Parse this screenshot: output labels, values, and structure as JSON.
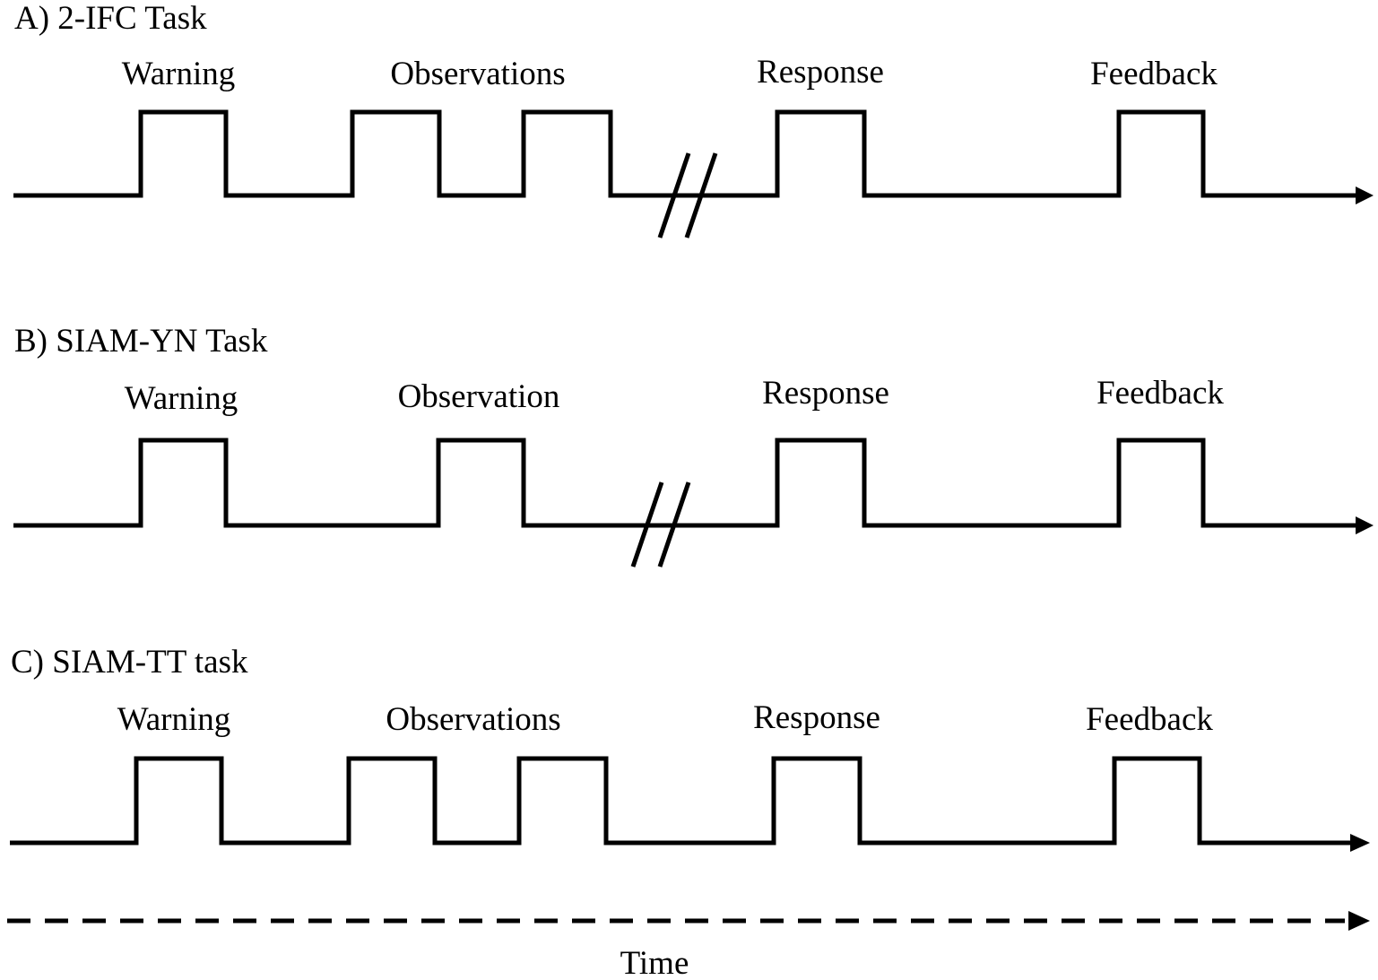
{
  "panels": [
    {
      "title": "A) 2-IFC Task",
      "labels": [
        "Warning",
        "Observations",
        "Response",
        "Feedback"
      ],
      "has_break": true
    },
    {
      "title": "B) SIAM-YN Task",
      "labels": [
        "Warning",
        "Observation",
        "Response",
        "Feedback"
      ],
      "has_break": true
    },
    {
      "title": "C) SIAM-TT task",
      "labels": [
        "Warning",
        "Observations",
        "Response",
        "Feedback"
      ],
      "has_break": false
    }
  ],
  "time_axis": {
    "label": "Time",
    "style": "dashed"
  }
}
